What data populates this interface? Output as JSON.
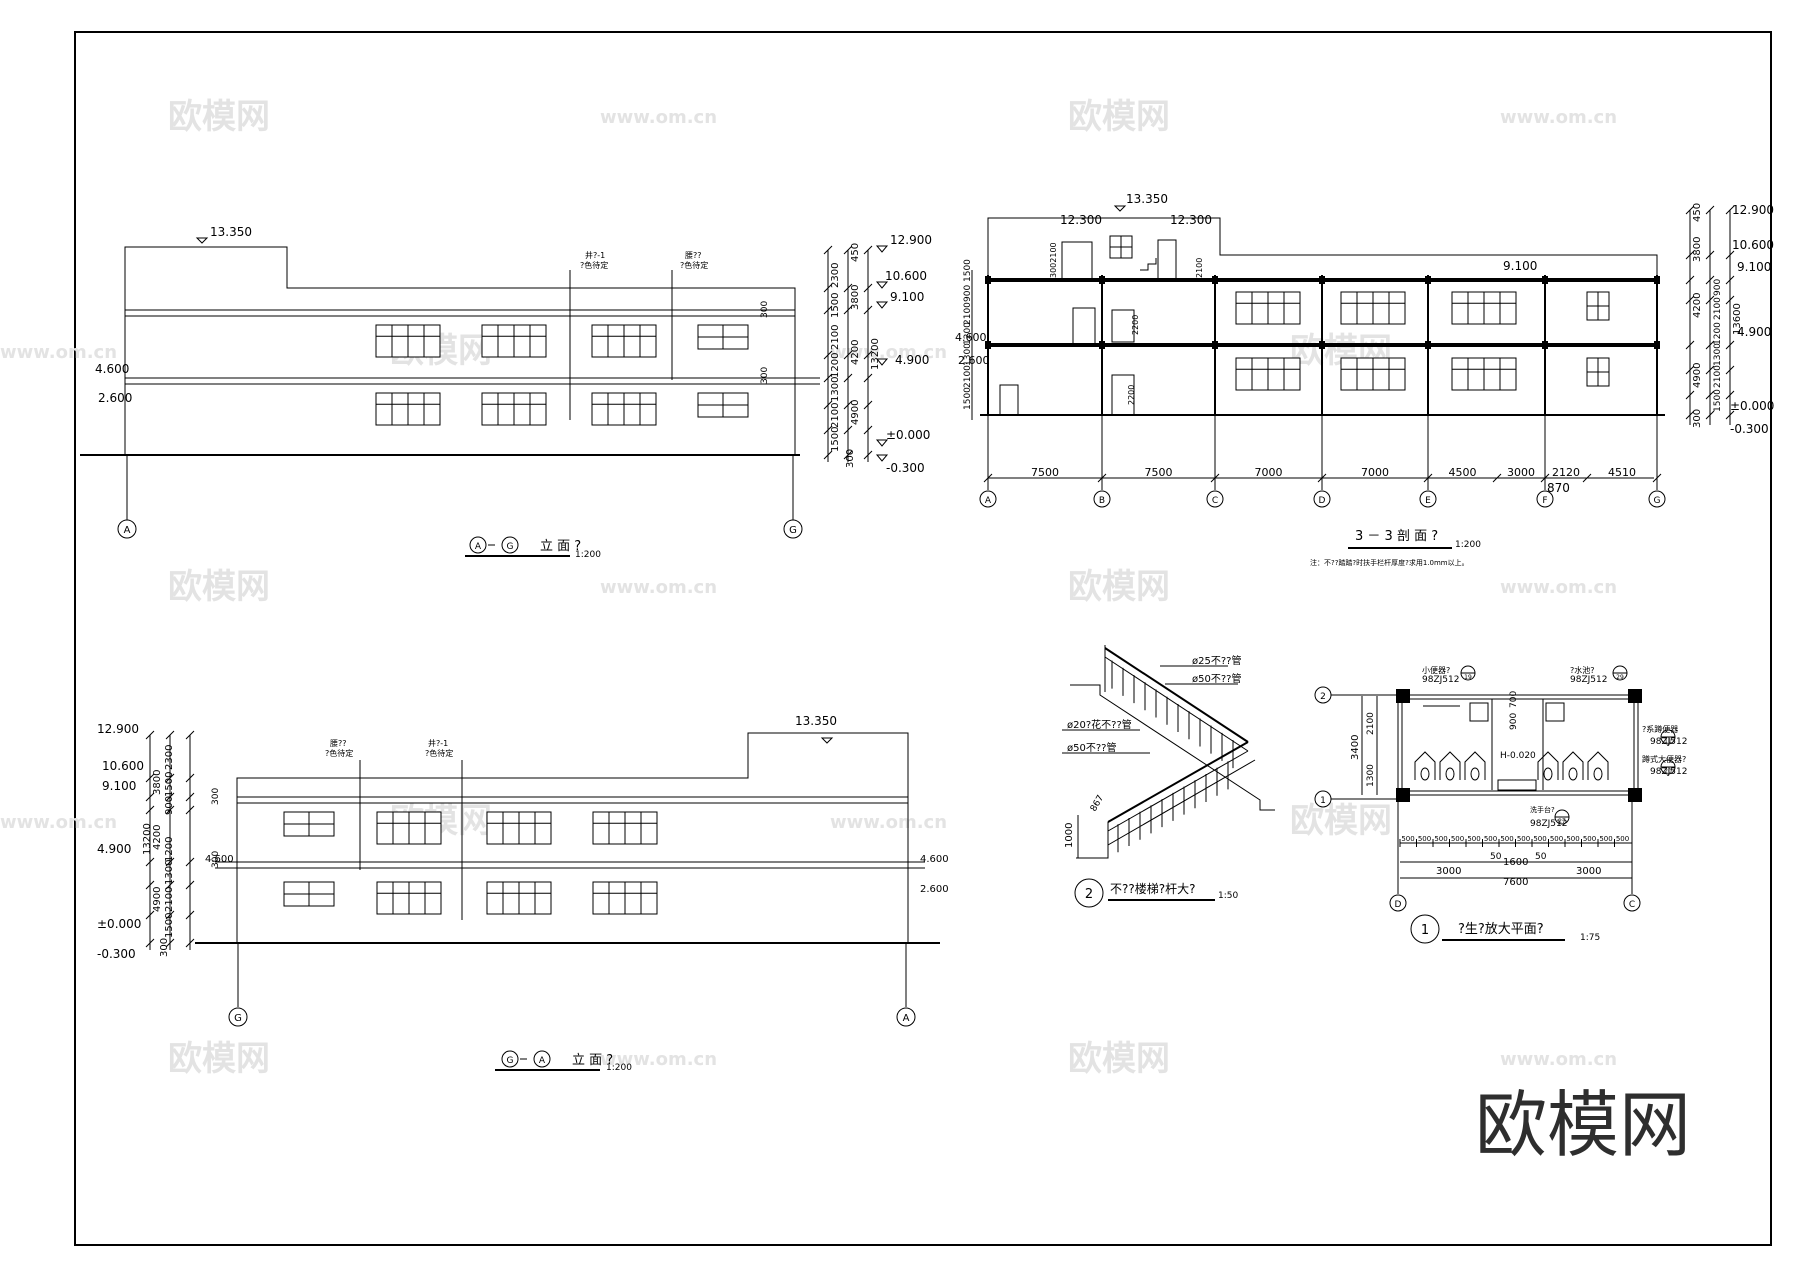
{
  "watermark": {
    "logo": "欧模网",
    "site": "www.om.cn"
  },
  "elev_ag": {
    "top_level": "13.350",
    "levels_right": [
      "12.900",
      "10.600",
      "9.100",
      "4.900",
      "±0.000",
      "-0.300"
    ],
    "levels_left": [
      "4.600",
      "2.600"
    ],
    "dims_a": [
      "2300",
      "1500",
      "2100",
      "1200",
      "1300",
      "2100",
      "1500"
    ],
    "dims_b": [
      "450",
      "3800",
      "4200",
      "4900",
      "300"
    ],
    "dim_total": "13200",
    "side_dim": "300",
    "note1": "井?-1",
    "note1b": "?色待定",
    "note2": "腰??",
    "note2b": "?色待定",
    "axes": [
      "A",
      "G"
    ],
    "title_axis_1": "A",
    "title_axis_2": "G",
    "title": "立 面 ?",
    "scale": "1:200"
  },
  "elev_ga": {
    "top_level": "13.350",
    "levels_left": [
      "12.900",
      "10.600",
      "9.100",
      "4.900",
      "±0.000",
      "-0.300"
    ],
    "levels_right": [
      "4.600",
      "2.600"
    ],
    "level_left_46": "4.600",
    "dims_a": [
      "2300",
      "1500",
      "900",
      "1200",
      "1300",
      "2100",
      "1500"
    ],
    "dims_b": [
      "3800",
      "4200",
      "4900",
      "300"
    ],
    "dim_total": "13200",
    "side_dim": "300",
    "note1": "腰??",
    "note1b": "?色待定",
    "note2": "井?-1",
    "note2b": "?色待定",
    "axes": [
      "G",
      "A"
    ],
    "title_axis_1": "G",
    "title_axis_2": "A",
    "title": "立 面 ?",
    "scale": "1:200"
  },
  "section33": {
    "top_level": "13.350",
    "roof_levels": [
      "12.300",
      "12.300"
    ],
    "mid_level": "9.100",
    "levels_left": [
      "4.600",
      "2.600"
    ],
    "levels_right": [
      "12.900",
      "10.600",
      "9.100",
      "4.900",
      "±0.000",
      "-0.300"
    ],
    "dims_right_a": [
      "450",
      "3800",
      "4200",
      "4900",
      "300"
    ],
    "dims_right_b": [
      "900",
      "2100",
      "1200",
      "1300",
      "2100",
      "1500"
    ],
    "dim_total": "13600",
    "dims_left": [
      "1500",
      "900",
      "2100",
      "1200",
      "1300",
      "2100",
      "1500"
    ],
    "stair_dims": [
      "3002100",
      "2100",
      "2200",
      "2200"
    ],
    "bay_dims": [
      "7500",
      "7500",
      "7000",
      "7000",
      "4500",
      "3000",
      "2120",
      "4510"
    ],
    "sub_dim": "870",
    "axes": [
      "A",
      "B",
      "C",
      "D",
      "E",
      "F",
      "G"
    ],
    "title": "3 － 3 剖 面 ?",
    "scale": "1:200",
    "note": "注：不??踏踏?时扶手栏杆厚度?求用1.0mm以上。"
  },
  "railing": {
    "labels": [
      "ø25不??管",
      "ø50不??管",
      "ø20?花不??管",
      "ø50不??管"
    ],
    "dims": [
      "1000",
      "867"
    ],
    "num": "2",
    "title": "不??楼梯?杆大?",
    "scale": "1:50"
  },
  "wc_plan": {
    "labels": [
      "小便器?",
      "98ZJ512",
      "?水池?",
      "98ZJ512",
      "?系蹲便器",
      "98ZJ512",
      "蹲式大便器?",
      "98ZJ512",
      "洗手台?",
      "98ZJ512"
    ],
    "callouts": [
      "19",
      "29",
      "11",
      "20",
      "27"
    ],
    "floor_level": "H-0.020",
    "small_dims": [
      "500",
      "500",
      "500",
      "500",
      "500",
      "500",
      "500",
      "500",
      "500",
      "500",
      "500",
      "500",
      "500",
      "500"
    ],
    "dims_mid": [
      "3000",
      "1600",
      "3000"
    ],
    "dims_mid_small": [
      "50",
      "50"
    ],
    "dim_total": "7600",
    "dims_left": [
      "3400",
      "2100",
      "1300"
    ],
    "dims_inner": [
      "900",
      "700"
    ],
    "axes": [
      "D",
      "C"
    ],
    "row_axes": [
      "2",
      "1"
    ],
    "num": "1",
    "title": "?生?放大平面?",
    "scale": "1:75"
  }
}
